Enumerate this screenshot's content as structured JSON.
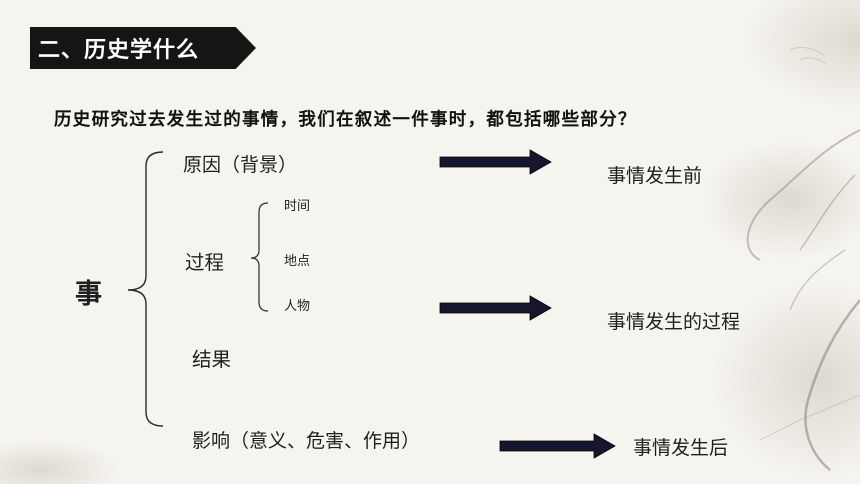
{
  "header": {
    "title": "二、历史学什么"
  },
  "question": "历史研究过去发生过的事情，我们在叙述一件事时，都包括哪些部分？",
  "event": "事",
  "parts": {
    "cause": "原因（背景）",
    "process": "过程",
    "result": "结果",
    "impact": "影响（意义、危害、作用）"
  },
  "process_details": {
    "time": "时间",
    "place": "地点",
    "people": "人物"
  },
  "stages": {
    "before": "事情发生前",
    "during": "事情发生的过程",
    "after": "事情发生后"
  },
  "colors": {
    "banner": "#151515",
    "arrow": "#16162e",
    "background": "#f6f4ef",
    "text": "#1f1f1f"
  },
  "icons": {
    "arrow": "right-arrow-icon",
    "brace": "curly-brace"
  }
}
